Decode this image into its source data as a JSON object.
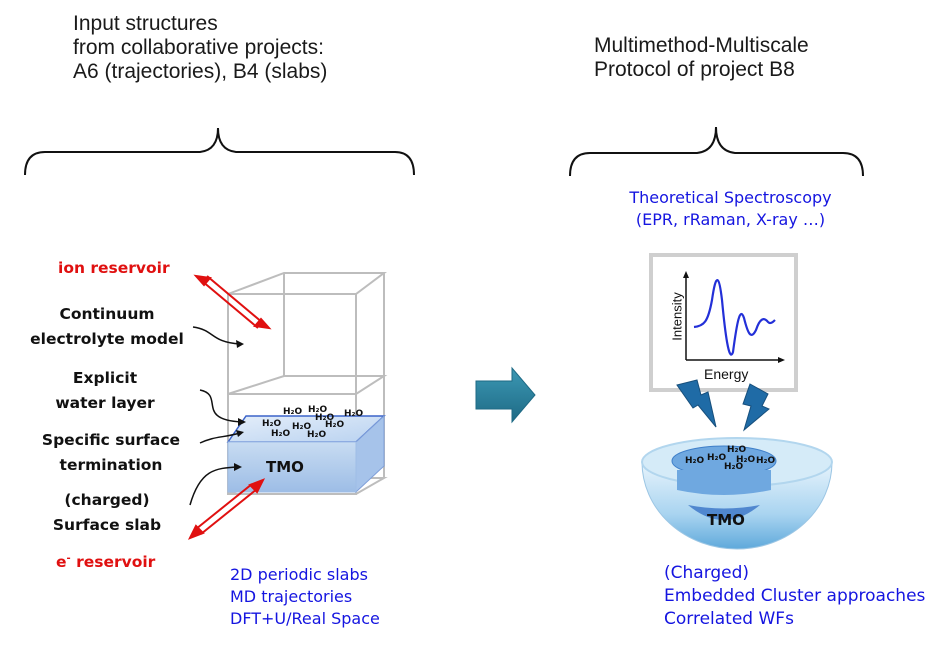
{
  "left_heading": [
    "Input structures",
    "from collaborative projects:",
    "A6 (trajectories), B4 (slabs)"
  ],
  "right_heading": [
    "Multimethod-Multiscale",
    "Protocol of project B8"
  ],
  "spectroscopy": [
    "Theoretical Spectroscopy",
    "(EPR, rRaman, X-ray …)"
  ],
  "plot": {
    "ylabel": "Intensity",
    "xlabel": "Energy"
  },
  "labels": {
    "ion_reservoir": "ion reservoir",
    "continuum": [
      "Continuum",
      "electrolyte model"
    ],
    "water_layer": [
      "Explicit",
      "water layer"
    ],
    "termination": [
      "Specific surface",
      "termination"
    ],
    "slab": [
      "(charged)",
      "Surface slab"
    ],
    "e_reservoir_sup": "e",
    "e_reservoir_minus": "-",
    "e_reservoir": " reservoir"
  },
  "tmo_label": "TMO",
  "water_molecule": "H₂O",
  "left_bottom": [
    "2D periodic slabs",
    "MD trajectories",
    "DFT+U/Real Space"
  ],
  "right_bottom": [
    "(Charged)",
    "Embedded Cluster approaches",
    "Correlated WFs"
  ],
  "colors": {
    "red": "#e01010",
    "blue": "#1515e0",
    "arrow": "#2a7f9a"
  }
}
